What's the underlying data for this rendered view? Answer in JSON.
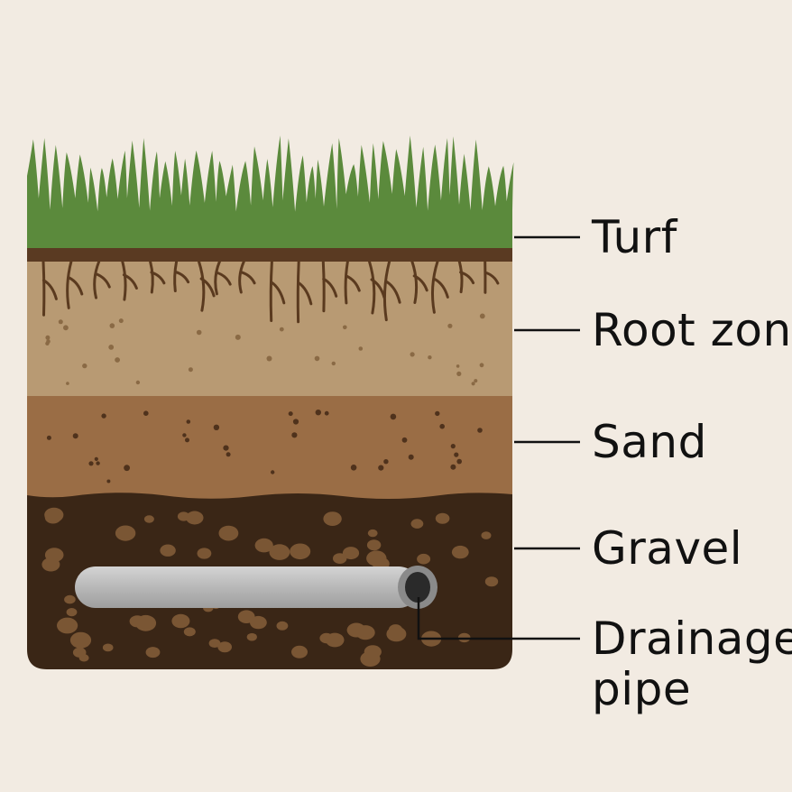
{
  "diagram": {
    "background_color": "#f2ebe2",
    "layers": [
      {
        "id": "turf",
        "label": "Turf",
        "color": "#5b8a3c"
      },
      {
        "id": "root-zone",
        "label": "Root zon",
        "color": "#b89a73"
      },
      {
        "id": "sand",
        "label": "Sand",
        "color": "#9a6d45"
      },
      {
        "id": "gravel",
        "label": "Gravel",
        "color": "#3a2616"
      }
    ],
    "pipe": {
      "label_line1": "Drainage",
      "label_line2": "pipe",
      "color": "#bdbdbd"
    },
    "line_color": "#111111"
  }
}
